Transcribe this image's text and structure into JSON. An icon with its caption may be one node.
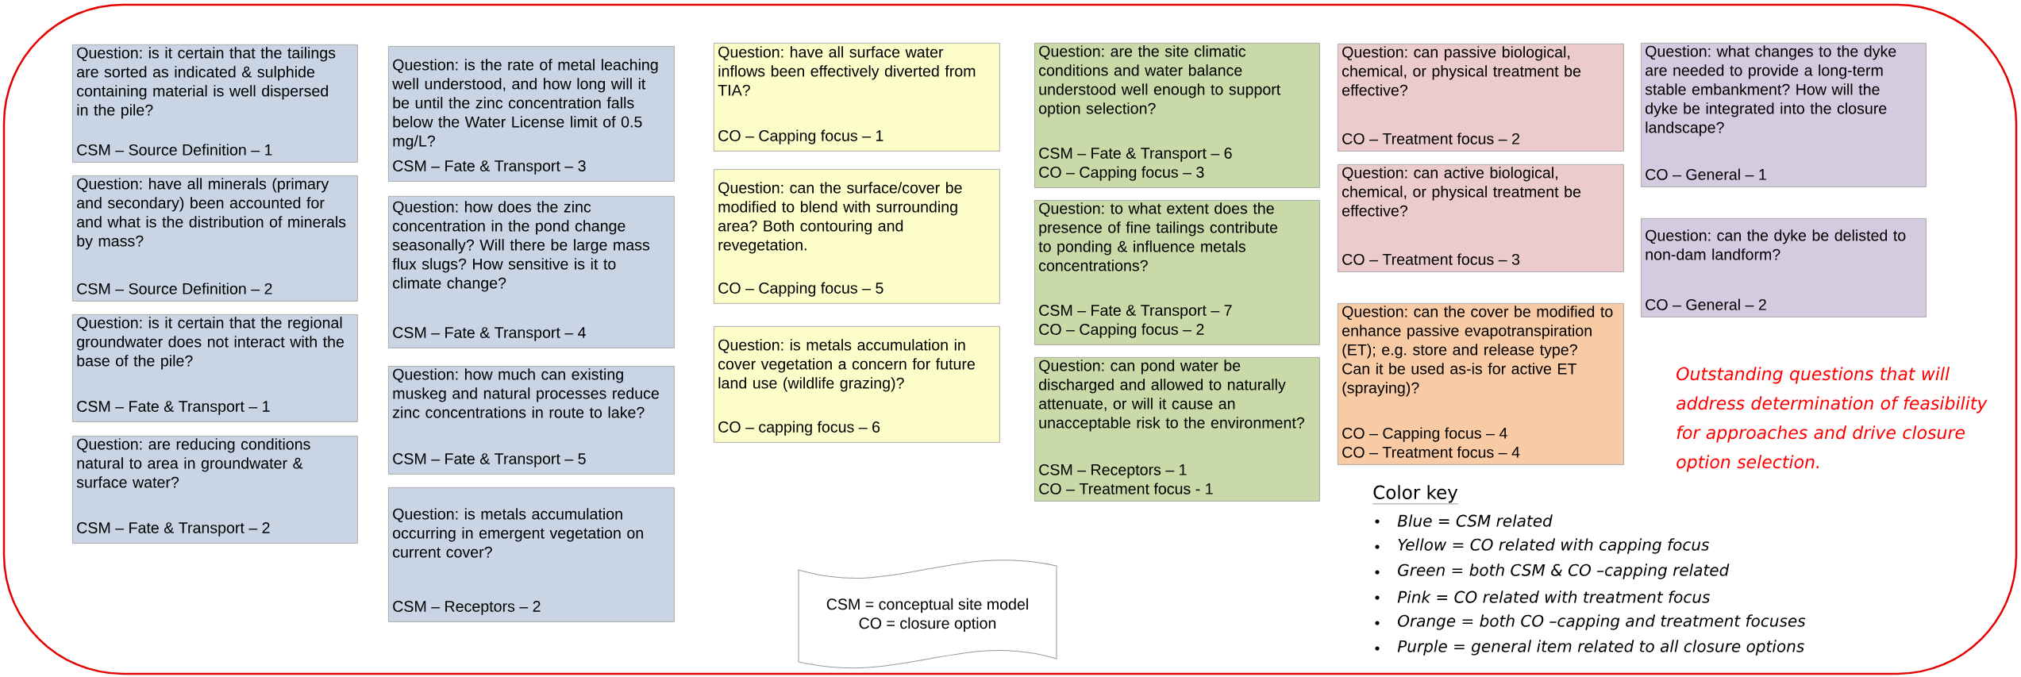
{
  "diagram": {
    "nodes": [
      {
        "text": [
          "Question: is it certain that the tailings are sorted as indicated & sulphide containing material is well dispersed in the pile?",
          "CSM – Source Definition – 1"
        ]
      },
      {
        "text": [
          "Question: have all minerals (primary and secondary) been accounted for and what is the distribution of minerals by mass?",
          "CSM – Source Definition – 2"
        ]
      },
      {
        "text": [
          "Question: is it certain that the regional groundwater does not interact with the base of the pile?",
          "CSM – Fate & Transport – 1"
        ]
      },
      {
        "text": [
          "Question: are reducing conditions natural to area in groundwater & surface water?",
          "CSM – Fate & Transport – 2"
        ]
      },
      {
        "text": [
          "Question: is the rate of metal leaching well understood, and how long will it be until the zinc concentration falls below the Water License limit of 0.5 mg/L?",
          "CSM – Fate & Transport – 3"
        ]
      },
      {
        "text": [
          "Question: how does the zinc concentration in the pond change seasonally? Will there be large mass flux slugs? How sensitive is it to climate change?",
          "CSM – Fate & Transport – 4"
        ]
      },
      {
        "text": [
          "Question: how much can existing muskeg and natural processes reduce zinc concentrations in route to lake?",
          "CSM – Fate & Transport – 5"
        ]
      },
      {
        "text": [
          "Question: is metals accumulation occurring in emergent vegetation on current cover?",
          "CSM – Receptors – 2"
        ]
      },
      {
        "text": [
          "Question: have all surface water inflows been effectively diverted from TIA?",
          "CO – Capping focus – 1"
        ]
      },
      {
        "text": [
          "Question: can the surface/cover be modified to blend with surrounding area? Both contouring and revegetation.",
          "CO – Capping focus – 5"
        ]
      },
      {
        "text": [
          "Question: is metals accumulation in cover vegetation a concern for future land use (wildlife grazing)?",
          "CO – capping focus – 6"
        ]
      },
      {
        "text": [
          "Question: are the site climatic conditions and water balance understood well enough to support option selection?",
          "CSM – Fate & Transport – 6",
          "CO – Capping focus – 3"
        ]
      },
      {
        "text": [
          "Question: to what extent does the presence of fine tailings contribute to ponding & influence metals concentrations?",
          "CSM – Fate & Transport – 7",
          "CO – Capping focus – 2"
        ]
      },
      {
        "text": [
          "Question: can pond water be discharged and allowed to naturally attenuate, or will it cause an unacceptable risk to the environment?",
          "CSM – Receptors – 1",
          "CO – Treatment focus - 1"
        ]
      },
      {
        "text": [
          "Question: can passive biological, chemical, or physical treatment be effective?",
          "CO – Treatment focus – 2"
        ]
      },
      {
        "text": [
          "Question: can active biological, chemical, or physical treatment be effective?",
          "CO – Treatment focus – 3"
        ]
      },
      {
        "text": [
          "Question: can the cover be modified to enhance passive evapotranspiration (ET); e.g. store and release type? Can it be used as-is for active ET (spraying)?",
          "CO – Capping focus – 4",
          "CO – Treatment focus – 4"
        ]
      },
      {
        "text": [
          "Question: what changes to the dyke are needed to provide a long-term stable embankment? How will the dyke be integrated into the closure landscape?",
          "CO – General – 1"
        ]
      },
      {
        "text": [
          "Question: can the dyke be delisted to non-dam landform?",
          "CO – General – 2"
        ]
      },
      {
        "text": [
          "CSM = conceptual site model",
          "CO = closure option"
        ]
      }
    ],
    "labels": [
      "Outstanding questions that will address determination of feasibility for approaches and drive closure option selection.",
      "Color key"
    ],
    "legend": [
      {
        "text": "Blue = CSM related"
      },
      {
        "text": "Yellow = CO related with capping focus"
      },
      {
        "text": "Green = both CSM & CO –capping related"
      },
      {
        "text": "Pink = CO related with treatment focus"
      },
      {
        "text": "Orange = both CO –capping and treatment focuses"
      },
      {
        "text": "Purple = general item related to all closure options"
      }
    ]
  }
}
